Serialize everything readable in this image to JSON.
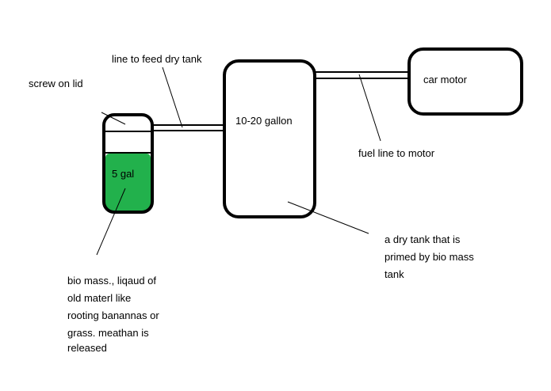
{
  "labels": {
    "line_to_feed": "line to feed dry tank",
    "screw_on_lid": "screw on lid",
    "gallon_tank": "10-20 gallon",
    "car_motor": "car motor",
    "fuel_line": "fuel line to motor",
    "five_gal": "5 gal",
    "dry_tank": [
      "a dry tank that is",
      "primed by bio mass",
      "tank"
    ],
    "bio_mass": [
      "bio mass., liqaud of",
      "old materl like",
      "rooting banannas or",
      "grass. meathan is",
      "released"
    ]
  },
  "colors": {
    "liquid": "#22b14c",
    "outline": "#000000",
    "background": "#ffffff"
  }
}
